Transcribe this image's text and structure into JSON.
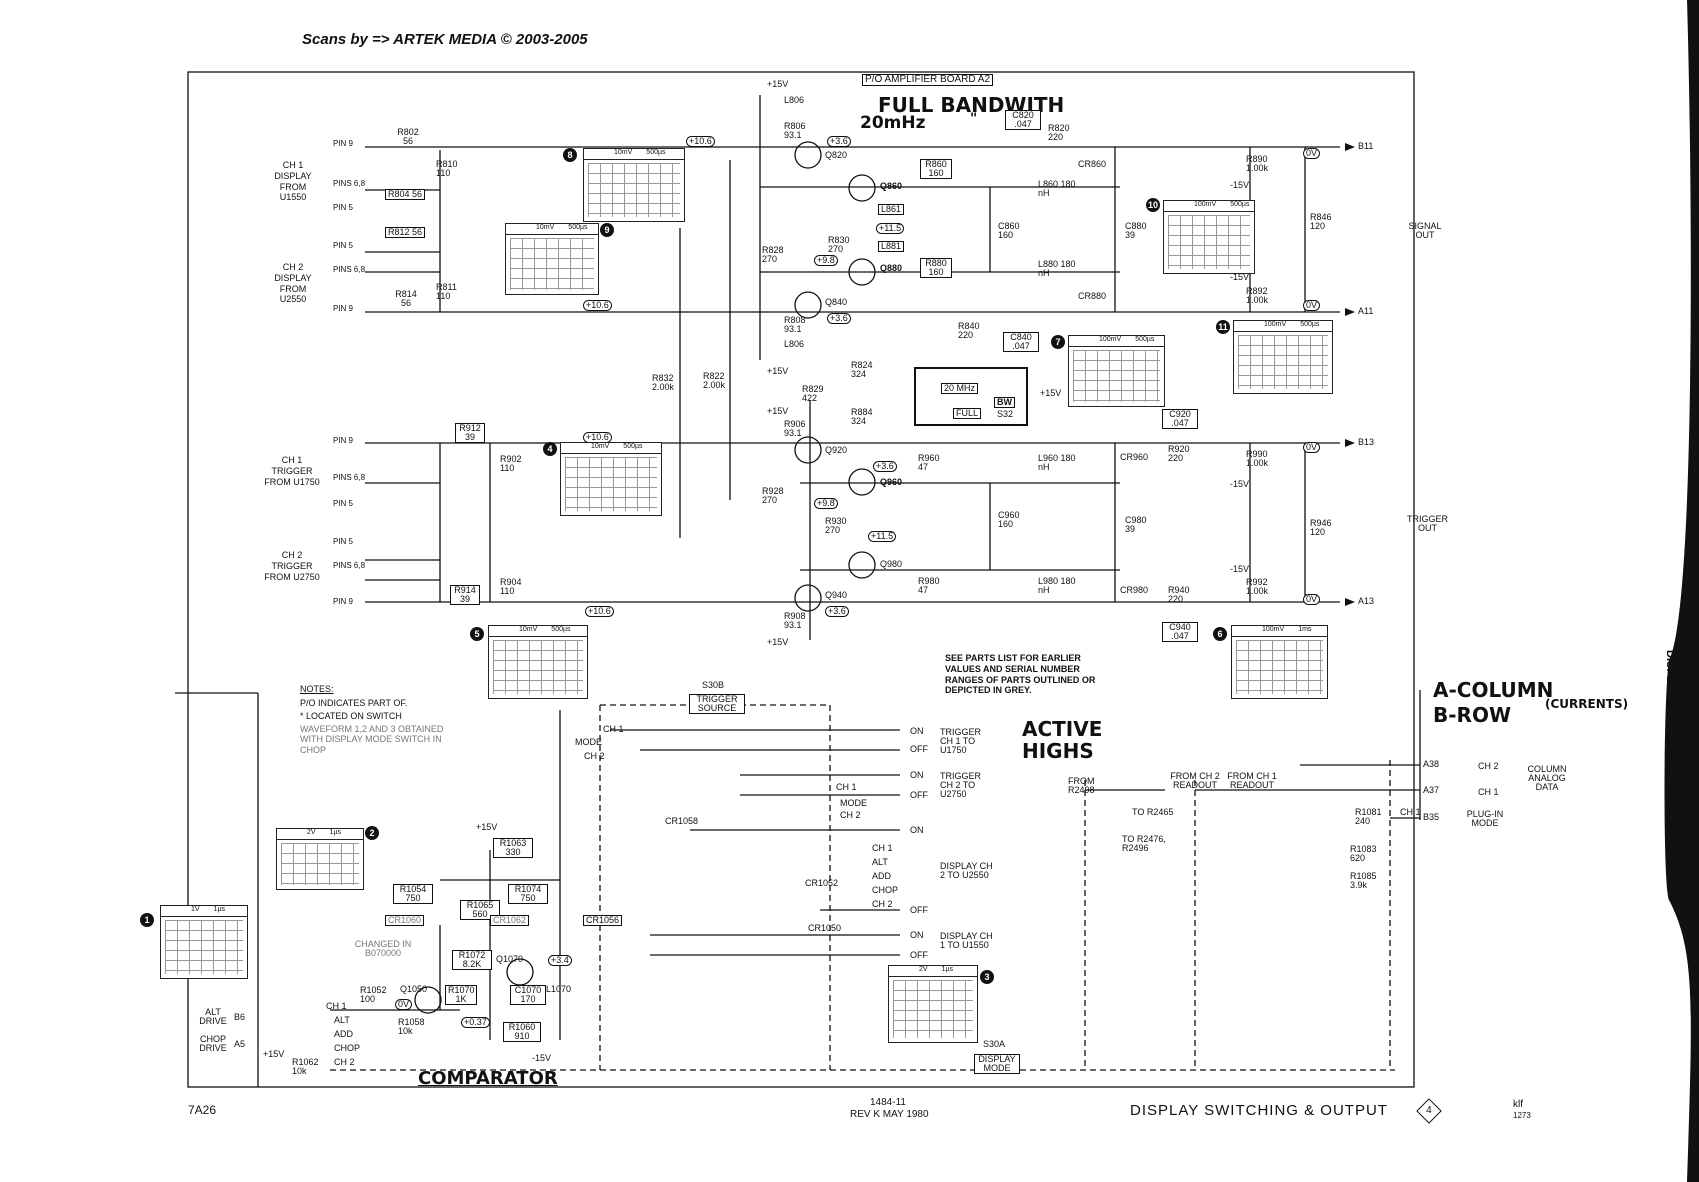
{
  "credit": "Scans by => ARTEK MEDIA © 2003-2005",
  "board_label": "P/O AMPLIFIER BOARD A2",
  "handwritten": {
    "bandwidth_note": "FULL BANDWITH",
    "freq_note": "20mHz",
    "ditto": "\"",
    "active_highs": "ACTIVE HIGHS",
    "a_column": "A-COLUMN",
    "b_row": "B-ROW",
    "currents": "(CURRENTS)",
    "comparator": "COMPARATOR"
  },
  "inputs": {
    "ch1_display": "CH 1 DISPLAY FROM U1550",
    "ch2_display": "CH 2 DISPLAY FROM U2550",
    "ch1_trigger": "CH 1 TRIGGER FROM U1750",
    "ch2_trigger": "CH 2 TRIGGER FROM U2750"
  },
  "pins": {
    "pin9": "PIN 9",
    "pins68": "PINS 6,8",
    "pin5": "PIN 5"
  },
  "outputs": {
    "signal_out": "SIGNAL OUT",
    "trigger_out": "TRIGGER OUT",
    "b11": "B11",
    "a11": "A11",
    "b13": "B13",
    "a13": "A13",
    "a38": "A38",
    "a37": "A37",
    "b35": "B35",
    "b6": "B6",
    "a5": "A5"
  },
  "components": {
    "r802": "R802 56",
    "r810": "R810 110",
    "r804": "R804 56",
    "r812": "R812 56",
    "r814": "R814 56",
    "r811": "R811 110",
    "r806": "R806 93.1",
    "l806_top": "L806",
    "q820": "Q820",
    "q860": "Q860",
    "q880": "Q880",
    "q840": "Q840",
    "l861": "L861",
    "l881": "L881",
    "r860": "R860 160",
    "r880": "R880 160",
    "r830": "R830 270",
    "r828": "R828 270",
    "l860": "L860 180 nH",
    "l880": "L880 180 nH",
    "c860": "C860 160",
    "c880": "C880 39",
    "cr860": "CR860",
    "cr880": "CR880",
    "r890": "R890 1.00k",
    "r892": "R892 1.00k",
    "r846": "R846 120",
    "c820": "C820 .047",
    "r820": "R820 220",
    "r808": "R808 93.1",
    "l806_bot": "L806",
    "r840": "R840 220",
    "c840": "C840 .047",
    "r832": "R832 2.00k",
    "r822": "R822 2.00k",
    "r824": "R824 324",
    "r829": "R829 422",
    "r884": "R884 324",
    "s32": "S32",
    "r912": "R912 39",
    "r902": "R902 110",
    "r906": "R906 93.1",
    "q920": "Q920",
    "q960": "Q960",
    "q980": "Q980",
    "q940": "Q940",
    "r960": "R960 47",
    "r980": "R980 47",
    "r928": "R928 270",
    "r930": "R930 270",
    "l960": "L960 180 nH",
    "l980": "L980 180 nH",
    "c960": "C960 160",
    "c980": "C980 39",
    "cr960": "CR960",
    "cr980": "CR980",
    "r920": "R920 220",
    "c920": "C920 .047",
    "r940": "R940 220",
    "c940": "C940 .047",
    "r990": "R990 1.00k",
    "r992": "R992 1.00k",
    "r946": "R946 120",
    "r914": "R914 39",
    "r904": "R904 110",
    "r908": "R908 93.1",
    "r1063": "R1063 330",
    "r1054": "R1054 750",
    "r1065": "R1065 560",
    "r1074": "R1074 750",
    "cr1060": "CR1060",
    "cr1062": "CR1062",
    "r1072": "R1072 8.2K",
    "q1070": "Q1070",
    "r1052": "R1052 100",
    "q1050": "Q1050",
    "r1070": "R1070 1K",
    "c1070": "C1070 170",
    "l1070": "L1070",
    "r1060": "R1060 910",
    "r1058": "R1058 10k",
    "r1062": "R1062 10k",
    "cr1058": "CR1058",
    "cr1056": "CR1056",
    "cr1052": "CR1052",
    "cr1050": "CR1050",
    "r1081": "R1081 240",
    "r1083": "R1083 620",
    "r1085": "R1085 3.9k"
  },
  "voltages": {
    "p15": "+15V",
    "m15": "-15V",
    "v10_6": "+10.6",
    "v11_5": "+11.5",
    "v9_8": "+9.8",
    "v3_6": "+3.6",
    "v0": "0V",
    "v3_4": "+3.4",
    "v0_37": "+0.37"
  },
  "bw_box": {
    "mhz20": "20 MHz",
    "full": "FULL",
    "bw": "BW"
  },
  "switches": {
    "s30b": "S30B",
    "trigger_source": "TRIGGER SOURCE",
    "s30a": "S30A",
    "display_mode": "DISPLAY MODE",
    "ch1": "CH 1",
    "ch2": "CH 2",
    "mode": "MODE",
    "alt": "ALT",
    "add": "ADD",
    "chop": "CHOP",
    "on": "ON",
    "off": "OFF"
  },
  "switch_outputs": {
    "trig_ch1": "TRIGGER CH 1 TO U1750",
    "trig_ch2": "TRIGGER CH 2 TO U2750",
    "disp_ch2": "DISPLAY CH 2 TO U2550",
    "disp_ch1": "DISPLAY CH 1 TO U1550"
  },
  "drives": {
    "alt_drive": "ALT DRIVE",
    "chop_drive": "CHOP DRIVE"
  },
  "changed_note": "CHANGED IN B070000",
  "notes": {
    "title": "NOTES:",
    "line1": "P/O INDICATES PART OF.",
    "line2": "* LOCATED ON SWITCH",
    "line3": "WAVEFORM 1,2 AND 3 OBTAINED WITH DISPLAY MODE SWITCH IN CHOP"
  },
  "parts_note": "SEE PARTS LIST FOR EARLIER VALUES AND SERIAL NUMBER RANGES OF PARTS OUTLINED OR DEPICTED IN GREY.",
  "readout": {
    "from_r2498": "FROM R2498",
    "to_r2465": "TO R2465",
    "to_r2476": "TO R2476, R2496",
    "from_ch2_readout": "FROM CH 2 READOUT",
    "from_ch1_readout": "FROM CH 1 READOUT",
    "column_analog_data": "COLUMN ANALOG DATA",
    "plugin_mode": "PLUG-IN MODE"
  },
  "scopes": [
    {
      "num": "8",
      "v": "10mV",
      "t": "500µs"
    },
    {
      "num": "9",
      "v": "10mV",
      "t": "500µs"
    },
    {
      "num": "10",
      "v": "100mV",
      "t": "500µs"
    },
    {
      "num": "7",
      "v": "100mV",
      "t": "500µs"
    },
    {
      "num": "11",
      "v": "100mV",
      "t": "500µs"
    },
    {
      "num": "4",
      "v": "10mV",
      "t": "500µs"
    },
    {
      "num": "5",
      "v": "10mV",
      "t": "500µs"
    },
    {
      "num": "6",
      "v": "100mV",
      "t": "1ms"
    },
    {
      "num": "2",
      "v": "2V",
      "t": "1µs"
    },
    {
      "num": "1",
      "v": "1V",
      "t": "1µs"
    },
    {
      "num": "3",
      "v": "2V",
      "t": "1µs"
    }
  ],
  "footer": {
    "model": "7A26",
    "doc": "1484-11",
    "rev": "REV K MAY 1980",
    "title": "DISPLAY SWITCHING & OUTPUT",
    "diagram_num": "4",
    "initials": "klf",
    "code": "1273"
  },
  "sidebar_title": "DISPLAY SWITCHING AND OUTPUT"
}
